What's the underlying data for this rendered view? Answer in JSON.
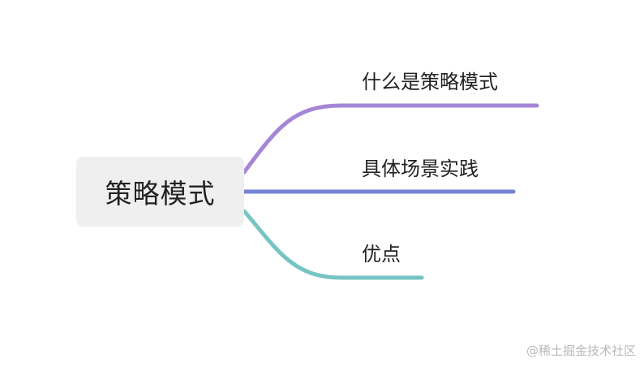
{
  "mindmap": {
    "root": {
      "label": "策略模式"
    },
    "branches": [
      {
        "label": "什么是策略模式",
        "color": "#a586d6"
      },
      {
        "label": "具体场景实践",
        "color": "#7683d4"
      },
      {
        "label": "优点",
        "color": "#76c5c4"
      }
    ],
    "root_background": "#efefef"
  },
  "watermark": "@稀土掘金技术社区"
}
